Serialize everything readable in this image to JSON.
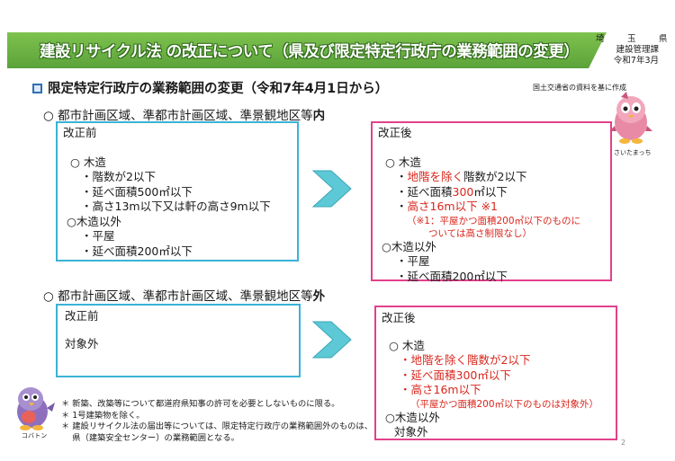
{
  "header": {
    "title": "建設リサイクル法 の改正について（県及び限定特定行政庁の業務範囲の変更）",
    "org": [
      "埼　玉　県",
      "建設管理課",
      "令和7年3月"
    ]
  },
  "section": {
    "title": "限定特定行政庁の業務範囲の変更（令和7年4月1日から）",
    "source": "国土交通省の資料を基に作成"
  },
  "area1": {
    "prefix": "○ 都市計画区域、準都市計画区域、準景観地区等",
    "suffix": "内"
  },
  "area2": {
    "prefix": "○ 都市計画区域、準都市計画区域、準景観地区等",
    "suffix": "外"
  },
  "before1": {
    "title": "改正前",
    "wood": "○ 木造",
    "items": [
      "・階数が2以下",
      "・延べ面積500㎡以下",
      "・高さ13m以下又は軒の高さ9m以下"
    ],
    "nonwood": "○木造以外",
    "nonwood_items": [
      "・平屋",
      "・延べ面積200㎡以下"
    ]
  },
  "after1": {
    "title": "改正後",
    "wood": "○ 木造",
    "item1_red": "地階を除く",
    "item1_rest": "階数が2以下",
    "item2_pre": "延べ面積",
    "item2_red": "300",
    "item2_post": "㎡以下",
    "item3_red": "高さ16m以下 ※1",
    "note1": "（※1：平屋かつ面積200㎡以下のものに",
    "note2": "ついては高さ制限なし）",
    "nonwood": "○木造以外",
    "nonwood_items": [
      "・平屋",
      "・延べ面積200㎡以下"
    ]
  },
  "before2": {
    "title": "改正前",
    "body": "対象外"
  },
  "after2": {
    "title": "改正後",
    "wood": "○ 木造",
    "items_red": [
      "・地階を除く階数が2以下",
      "・延べ面積300㎡以下",
      "・高さ16m以下"
    ],
    "note": "（平屋かつ面積200㎡以下のものは対象外）",
    "nonwood": "○木造以外",
    "nonwood_body": "対象外"
  },
  "notes": [
    "＊ 新築、改築等について都道府県知事の許可を必要としないものに限る。",
    "＊ 1号建築物を除く。",
    "＊ 建設リサイクル法の届出等については、限定特定行政庁の業務範囲外のものは、",
    "　 県（建築安全センター）の業務範囲となる。"
  ],
  "mascots": {
    "top": "さいたまっち",
    "bottom": "コバトン"
  },
  "page_number": "2",
  "colors": {
    "banner": "#5ba23a",
    "before_border": "#3ab3d6",
    "after_border": "#e2418b",
    "chevron": "#5ec9d6",
    "red_text": "#d9261c"
  }
}
